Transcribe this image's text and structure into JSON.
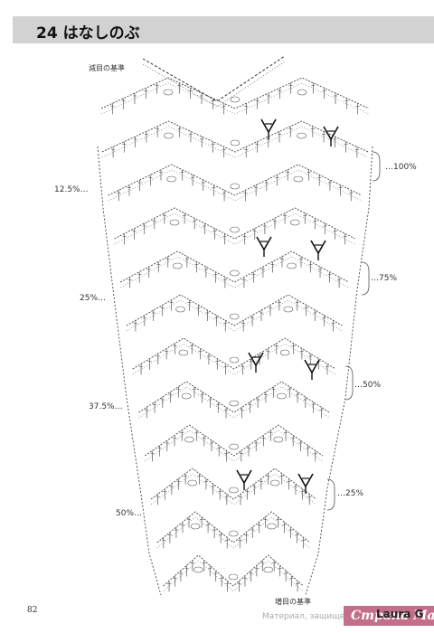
{
  "header": {
    "title": "24 はなしのぶ"
  },
  "diagram": {
    "top_label": "減目の基準",
    "bottom_label": "増目の基準",
    "left_labels": [
      "12.5%…",
      "25%…",
      "37.5%…",
      "50%…"
    ],
    "right_labels": [
      "…100%",
      "…75%",
      "…50%",
      "…25%"
    ]
  },
  "footer": {
    "page_number": "82",
    "watermark_text": "Материал, защище",
    "brand_text": "Страна Мам",
    "author_text": "Laura G"
  },
  "colors": {
    "header_band": "#d2d2d2",
    "ink": "#333333",
    "brand": "#c46f8a"
  }
}
